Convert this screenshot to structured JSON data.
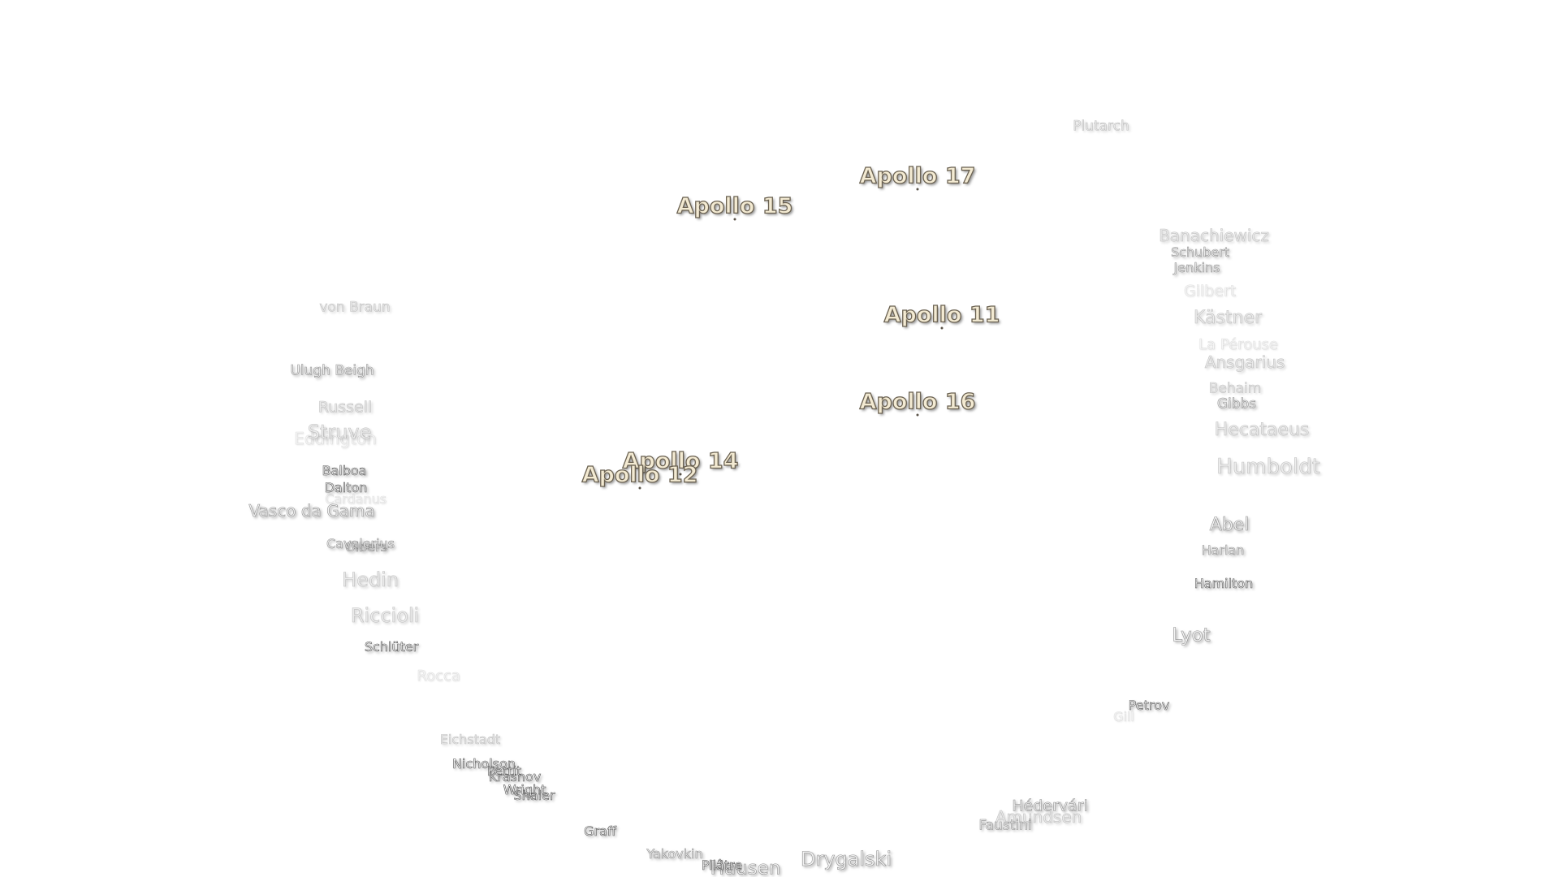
{
  "map": {
    "apollo_sites": [
      {
        "name": "Apollo 17"
      },
      {
        "name": "Apollo 15"
      },
      {
        "name": "Apollo 11"
      },
      {
        "name": "Apollo 16"
      },
      {
        "name": "Apollo 14"
      },
      {
        "name": "Apollo 12"
      }
    ],
    "craters": [
      {
        "name": "Plutarch"
      },
      {
        "name": "Banachiewicz"
      },
      {
        "name": "Schubert"
      },
      {
        "name": "Jenkins"
      },
      {
        "name": "Gilbert"
      },
      {
        "name": "Kästner"
      },
      {
        "name": "La Pérouse"
      },
      {
        "name": "Ansgarius"
      },
      {
        "name": "Behaim"
      },
      {
        "name": "Gibbs"
      },
      {
        "name": "Hecataeus"
      },
      {
        "name": "Humboldt"
      },
      {
        "name": "Abel"
      },
      {
        "name": "Harlan"
      },
      {
        "name": "Hamilton"
      },
      {
        "name": "Lyot"
      },
      {
        "name": "Petrov"
      },
      {
        "name": "Gill"
      },
      {
        "name": "Hédervári"
      },
      {
        "name": "Amundsen"
      },
      {
        "name": "Faustini"
      },
      {
        "name": "Drygalski"
      },
      {
        "name": "Hausen"
      },
      {
        "name": "Pilâtre"
      },
      {
        "name": "Yakovkin"
      },
      {
        "name": "Graff"
      },
      {
        "name": "Shaler"
      },
      {
        "name": "Wright"
      },
      {
        "name": "Krasnov"
      },
      {
        "name": "Pettit"
      },
      {
        "name": "Nicholson"
      },
      {
        "name": "Eichstadt"
      },
      {
        "name": "Rocca"
      },
      {
        "name": "Schlüter"
      },
      {
        "name": "Riccioli"
      },
      {
        "name": "Hedin"
      },
      {
        "name": "Olbers"
      },
      {
        "name": "Cavalerius"
      },
      {
        "name": "Vasco da Gama"
      },
      {
        "name": "Cardanus"
      },
      {
        "name": "Dalton"
      },
      {
        "name": "Balboa"
      },
      {
        "name": "Eddington"
      },
      {
        "name": "Struve"
      },
      {
        "name": "Russell"
      },
      {
        "name": "Ulugh Beigh"
      },
      {
        "name": "von Braun"
      }
    ]
  }
}
